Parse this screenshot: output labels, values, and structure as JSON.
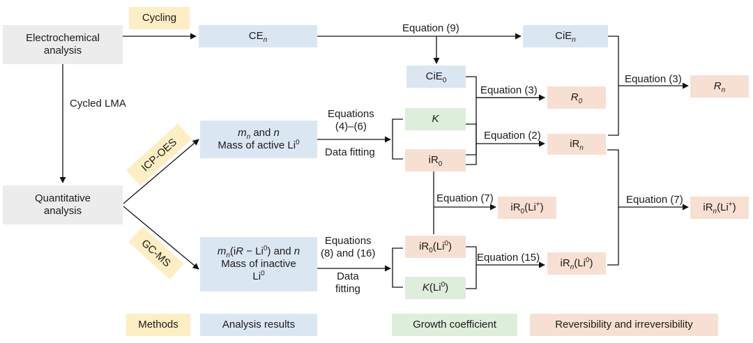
{
  "nodes": {
    "electrochemical": "Electrochemical analysis",
    "quantitative": "Quantitative analysis",
    "ce_n": "CE",
    "cie_n": "CiE",
    "cie_0": "CiE",
    "k": "K",
    "ir_0": "iR",
    "r_0": "R",
    "r_n": "R",
    "ir_n": "iR",
    "ir0_li_plus": "iR",
    "irn_li_plus": "iR",
    "mn_active_line1": "and",
    "mn_active_line2": "Mass of active Li",
    "ir0_li0": "iR",
    "k_li0": "K",
    "irn_li0": "iR",
    "mn_inactive_line1": "and",
    "mn_inactive_line2": "Mass of inactive",
    "mn_inactive_line3": "Li"
  },
  "symbols": {
    "n": "n",
    "zero": "0",
    "plus": "+",
    "m": "m",
    "R": "R",
    "li": "Li",
    "li_open": "(Li",
    "close": ")",
    "i_open": "(i",
    "minus_li": " − Li"
  },
  "methods": {
    "cycling": "Cycling",
    "icp": "ICP-OES",
    "gcms": "GC-MS",
    "cycled_lma": "Cycled LMA"
  },
  "edges": {
    "eq9": "Equation (9)",
    "eq3_a": "Equation (3)",
    "eq3_b": "Equation (3)",
    "eq2": "Equation (2)",
    "eq7_a": "Equation (7)",
    "eq7_b": "Equation (7)",
    "eq15": "Equation (15)",
    "eq4_6_line1": "Equations",
    "eq4_6_line2": "(4)–(6)",
    "fit1": "Data fitting",
    "eq8_16_line1": "Equations",
    "eq8_16_line2": "(8) and (16)",
    "fit2_line1": "Data",
    "fit2_line2": "fitting"
  },
  "legend": {
    "methods": "Methods",
    "analysis": "Analysis results",
    "growth": "Growth coefficient",
    "reversibility": "Reversibility and irreversibility"
  },
  "colors": {
    "gray": "#ececec",
    "blue": "#dbe6f3",
    "green": "#ddeeda",
    "pink": "#f7e0d2",
    "yellow": "#fdeec4"
  }
}
